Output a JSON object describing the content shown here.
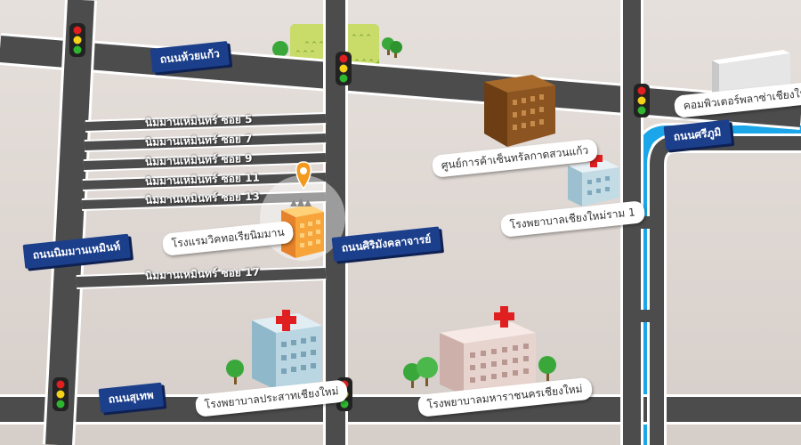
{
  "colors": {
    "background": "#ddd6d1",
    "road": "#4c4c4c",
    "road_edge": "#ffffff",
    "road_label_bg": "#1c3f8c",
    "river": "#1aa6e8",
    "hotel": "#f39a2b",
    "hospital_cross": "#e02020"
  },
  "roads": {
    "huay_kaew": "ถนนห้วยแก้ว",
    "sriphum": "ถนนศรีภูมิ",
    "nimmanhaemin": "ถนนนิมมานเหมินท์",
    "siri_mangkalajarn": "ถนนศิริมังคลาจารย์",
    "suthep": "ถนนสุเทพ"
  },
  "sois": [
    "นิมมานเหมินทร์ ซอย 5",
    "นิมมานเหมินทร์ ซอย 7",
    "นิมมานเหมินทร์ ซอย 9",
    "นิมมานเหมินทร์ ซอย 11",
    "นิมมานเหมินทร์ ซอย 13",
    "นิมมานเหมินทร์ ซอย 17"
  ],
  "places": {
    "computer_plaza": "คอมพิวเตอร์พลาซ่าเชียงใหม่",
    "central_kad_suan_kaew": "ศูนย์การค้าเซ็นทรัลกาดสวนแก้ว",
    "hospital_ram": "โรงพยาบาลเชียงใหม่ราม 1",
    "hotel": "โรงแรมวิคทอเรียนิมมาน",
    "hospital_prasat": "โรงพยาบาลประสาทเชียงใหม่",
    "hospital_maharaj": "โรงพยาบาลมหาราชนครเชียงใหม่"
  },
  "icons": {
    "traffic_light": "traffic-light-icon",
    "location_pin": "location-pin-icon",
    "hospital_cross": "hospital-cross-icon",
    "tree": "tree-icon"
  }
}
